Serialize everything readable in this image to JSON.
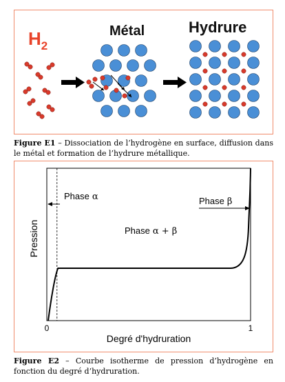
{
  "figure1": {
    "labels": {
      "h2_base": "H",
      "h2_sub": "2",
      "metal": "Métal",
      "hydride": "Hydrure"
    },
    "colors": {
      "metal_atom": "#4a8fd6",
      "hydrogen_atom": "#d93a2b",
      "h2_label": "#e8432a",
      "panel_border": "#f08a6a"
    },
    "caption_label": "Figure E1",
    "caption_text": " – Dissociation de l’hydrogène en surface, diffusion dans le métal et formation de l’hydrure métallique."
  },
  "figure2": {
    "chart_data": {
      "type": "line",
      "x_range": [
        0,
        1
      ],
      "xlabel": "Degré d'hydruration",
      "ylabel": "Pression",
      "x_ticks": [
        "0",
        "1"
      ],
      "plateau_level": "constant",
      "dashed_line_x": 0.05,
      "regions": [
        {
          "label_base": "Phase",
          "label_symbol": "α"
        },
        {
          "label_base": "Phase",
          "label_symbol": "α + β"
        },
        {
          "label_base": "Phase",
          "label_symbol": "β"
        }
      ]
    },
    "caption_label": "Figure E2",
    "caption_text": " – Courbe isotherme de pression d’hydrogène en fonction du degré d’hydruration."
  }
}
